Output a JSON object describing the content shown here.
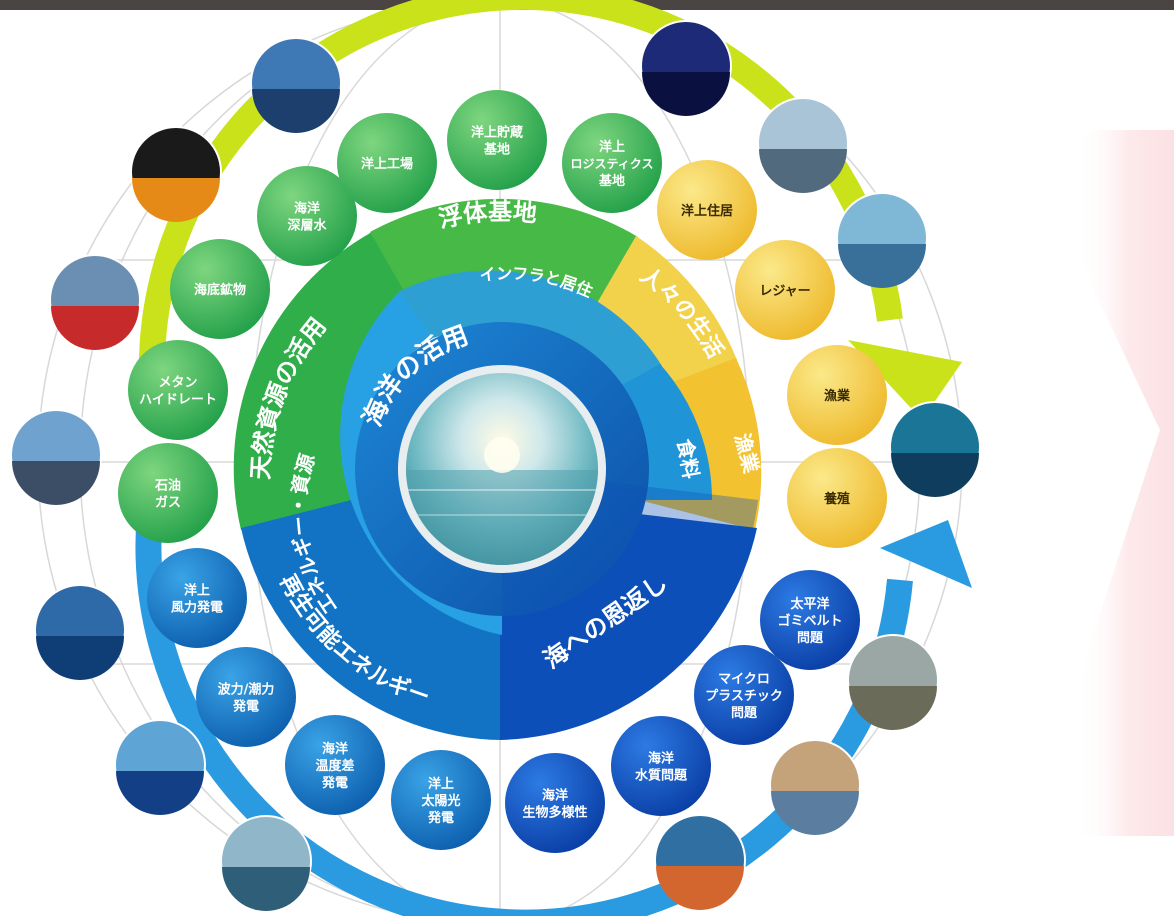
{
  "colors": {
    "top_bar": "#4a4442",
    "green": "#2fae4a",
    "light_green": "#8cc63f",
    "yellow": "#f2c230",
    "blue": "#1273c4",
    "dark_blue": "#0d4fb8",
    "lime_arrow": "#c9e21a",
    "blue_arrow": "#2a9be0",
    "pink_chevron": "#fbe1e4"
  },
  "center": {
    "title": "海洋の活用"
  },
  "segments": {
    "floating_base": "浮体基地",
    "infra": "インフラと居住",
    "people": "人々の生活",
    "fishery": "漁業",
    "food": "食料",
    "natural_resources": "天然資源の活用",
    "energy": "エネルギー・資源",
    "renewable": "再生可能エネルギー",
    "return_to_sea": "海への恩返し"
  },
  "bubbles": [
    {
      "key": "deep_water",
      "lines": [
        "海洋",
        "深層水"
      ],
      "color": "green",
      "icon": "ocean-deep-water"
    },
    {
      "key": "factory",
      "lines": [
        "洋上工場"
      ],
      "color": "green",
      "icon": "offshore-factory"
    },
    {
      "key": "storage",
      "lines": [
        "洋上貯蔵",
        "基地"
      ],
      "color": "green",
      "icon": "storage-base"
    },
    {
      "key": "logistics",
      "lines": [
        "洋上",
        "ロジスティクス",
        "基地"
      ],
      "color": "green",
      "icon": "logistics-base"
    },
    {
      "key": "housing",
      "lines": [
        "洋上住居"
      ],
      "color": "yellow",
      "icon": "housing"
    },
    {
      "key": "leisure",
      "lines": [
        "レジャー"
      ],
      "color": "yellow",
      "icon": "leisure"
    },
    {
      "key": "fishing",
      "lines": [
        "漁業"
      ],
      "color": "yellow",
      "icon": "fishing"
    },
    {
      "key": "aquaculture",
      "lines": [
        "養殖"
      ],
      "color": "yellow",
      "icon": "aquaculture"
    },
    {
      "key": "minerals",
      "lines": [
        "海底鉱物"
      ],
      "color": "green",
      "icon": "seabed-minerals"
    },
    {
      "key": "methane",
      "lines": [
        "メタン",
        "ハイドレート"
      ],
      "color": "green",
      "icon": "methane-hydrate"
    },
    {
      "key": "oil_gas",
      "lines": [
        "石油",
        "ガス"
      ],
      "color": "green",
      "icon": "oil-gas"
    },
    {
      "key": "wind",
      "lines": [
        "洋上",
        "風力発電"
      ],
      "color": "blue",
      "icon": "offshore-wind"
    },
    {
      "key": "wave",
      "lines": [
        "波力/潮力",
        "発電"
      ],
      "color": "blue",
      "icon": "wave-tidal"
    },
    {
      "key": "otec",
      "lines": [
        "海洋",
        "温度差",
        "発電"
      ],
      "color": "blue",
      "icon": "otec"
    },
    {
      "key": "solar",
      "lines": [
        "洋上",
        "太陽光",
        "発電"
      ],
      "color": "blue",
      "icon": "offshore-solar"
    },
    {
      "key": "biodiversity",
      "lines": [
        "海洋",
        "生物多様性"
      ],
      "color": "dark_blue",
      "icon": "biodiversity"
    },
    {
      "key": "water_quality",
      "lines": [
        "海洋",
        "水質問題"
      ],
      "color": "dark_blue",
      "icon": "water-quality"
    },
    {
      "key": "microplastic",
      "lines": [
        "マイクロ",
        "プラスチック",
        "問題"
      ],
      "color": "dark_blue",
      "icon": "microplastic"
    },
    {
      "key": "garbage_patch",
      "lines": [
        "太平洋",
        "ゴミベルト",
        "問題"
      ],
      "color": "dark_blue",
      "icon": "garbage-patch"
    }
  ],
  "photos": [
    {
      "key": "oil_platform",
      "icon": "oil-platform-photo"
    },
    {
      "key": "gas_flame",
      "icon": "gas-flame-photo"
    },
    {
      "key": "mining_ship",
      "icon": "mining-ship-photo"
    },
    {
      "key": "offshore_rig",
      "icon": "offshore-rig-photo"
    },
    {
      "key": "wind_turbine",
      "icon": "wind-turbine-photo"
    },
    {
      "key": "open_sea",
      "icon": "open-sea-photo"
    },
    {
      "key": "solar_farm",
      "icon": "solar-farm-photo"
    },
    {
      "key": "coral_reef",
      "icon": "coral-reef-photo"
    },
    {
      "key": "plastic_hands",
      "icon": "plastic-hands-photo"
    },
    {
      "key": "beach_debris",
      "icon": "beach-debris-photo"
    },
    {
      "key": "underwater_fish",
      "icon": "underwater-fish-photo"
    },
    {
      "key": "floating_island",
      "icon": "floating-island-photo"
    },
    {
      "key": "coastal_city",
      "icon": "coastal-city-photo"
    },
    {
      "key": "space_elevator",
      "icon": "space-elevator-photo"
    }
  ]
}
